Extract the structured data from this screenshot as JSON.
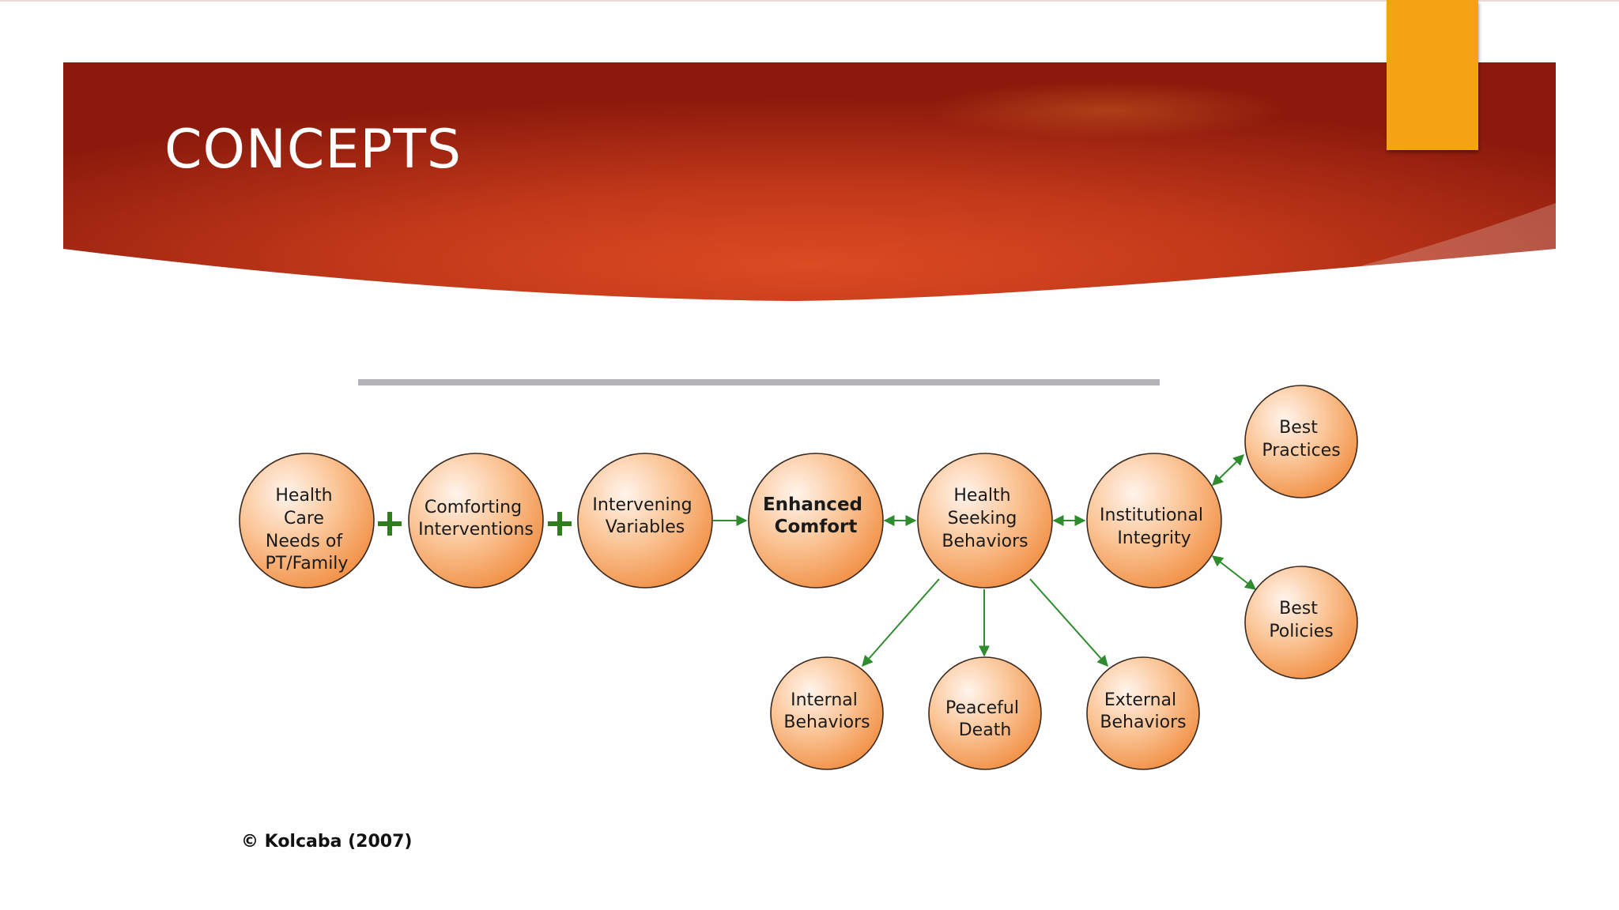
{
  "slide": {
    "title": "CONCEPTS",
    "copyright": "© Kolcaba (2007)"
  },
  "colors": {
    "banner_dark": "#8c1a0c",
    "banner_mid": "#d84a22",
    "accent_tab": "#f4a312",
    "node_fill_light": "#fff2e8",
    "node_fill_dark": "#f28f45",
    "connector_green": "#2e8b2e",
    "plus_green": "#2f7d1f"
  },
  "diagram": {
    "nodes": [
      {
        "id": "health-care-needs",
        "lines": [
          "Health",
          "Care",
          "Needs of",
          "PT/Family"
        ],
        "bold": false
      },
      {
        "id": "comforting-interventions",
        "lines": [
          "Comforting",
          "Interventions"
        ],
        "bold": false
      },
      {
        "id": "intervening-variables",
        "lines": [
          "Intervening",
          "Variables"
        ],
        "bold": false
      },
      {
        "id": "enhanced-comfort",
        "lines": [
          "Enhanced",
          "Comfort"
        ],
        "bold": true
      },
      {
        "id": "health-seeking-behaviors",
        "lines": [
          "Health",
          "Seeking",
          "Behaviors"
        ],
        "bold": false
      },
      {
        "id": "institutional-integrity",
        "lines": [
          "Institutional",
          "Integrity"
        ],
        "bold": false
      },
      {
        "id": "best-practices",
        "lines": [
          "Best",
          "Practices"
        ],
        "bold": false
      },
      {
        "id": "best-policies",
        "lines": [
          "Best",
          "Policies"
        ],
        "bold": false
      },
      {
        "id": "internal-behaviors",
        "lines": [
          "Internal",
          "Behaviors"
        ],
        "bold": false
      },
      {
        "id": "peaceful-death",
        "lines": [
          "Peaceful",
          "Death"
        ],
        "bold": false
      },
      {
        "id": "external-behaviors",
        "lines": [
          "External",
          "Behaviors"
        ],
        "bold": false
      }
    ],
    "connectors": [
      {
        "from": "health-care-needs",
        "to": "comforting-interventions",
        "type": "plus"
      },
      {
        "from": "comforting-interventions",
        "to": "intervening-variables",
        "type": "plus"
      },
      {
        "from": "intervening-variables",
        "to": "enhanced-comfort",
        "type": "arrow"
      },
      {
        "from": "enhanced-comfort",
        "to": "health-seeking-behaviors",
        "type": "double-arrow"
      },
      {
        "from": "health-seeking-behaviors",
        "to": "institutional-integrity",
        "type": "double-arrow"
      },
      {
        "from": "institutional-integrity",
        "to": "best-practices",
        "type": "double-arrow"
      },
      {
        "from": "institutional-integrity",
        "to": "best-policies",
        "type": "double-arrow"
      },
      {
        "from": "health-seeking-behaviors",
        "to": "internal-behaviors",
        "type": "arrow"
      },
      {
        "from": "health-seeking-behaviors",
        "to": "peaceful-death",
        "type": "arrow"
      },
      {
        "from": "health-seeking-behaviors",
        "to": "external-behaviors",
        "type": "arrow"
      }
    ]
  }
}
